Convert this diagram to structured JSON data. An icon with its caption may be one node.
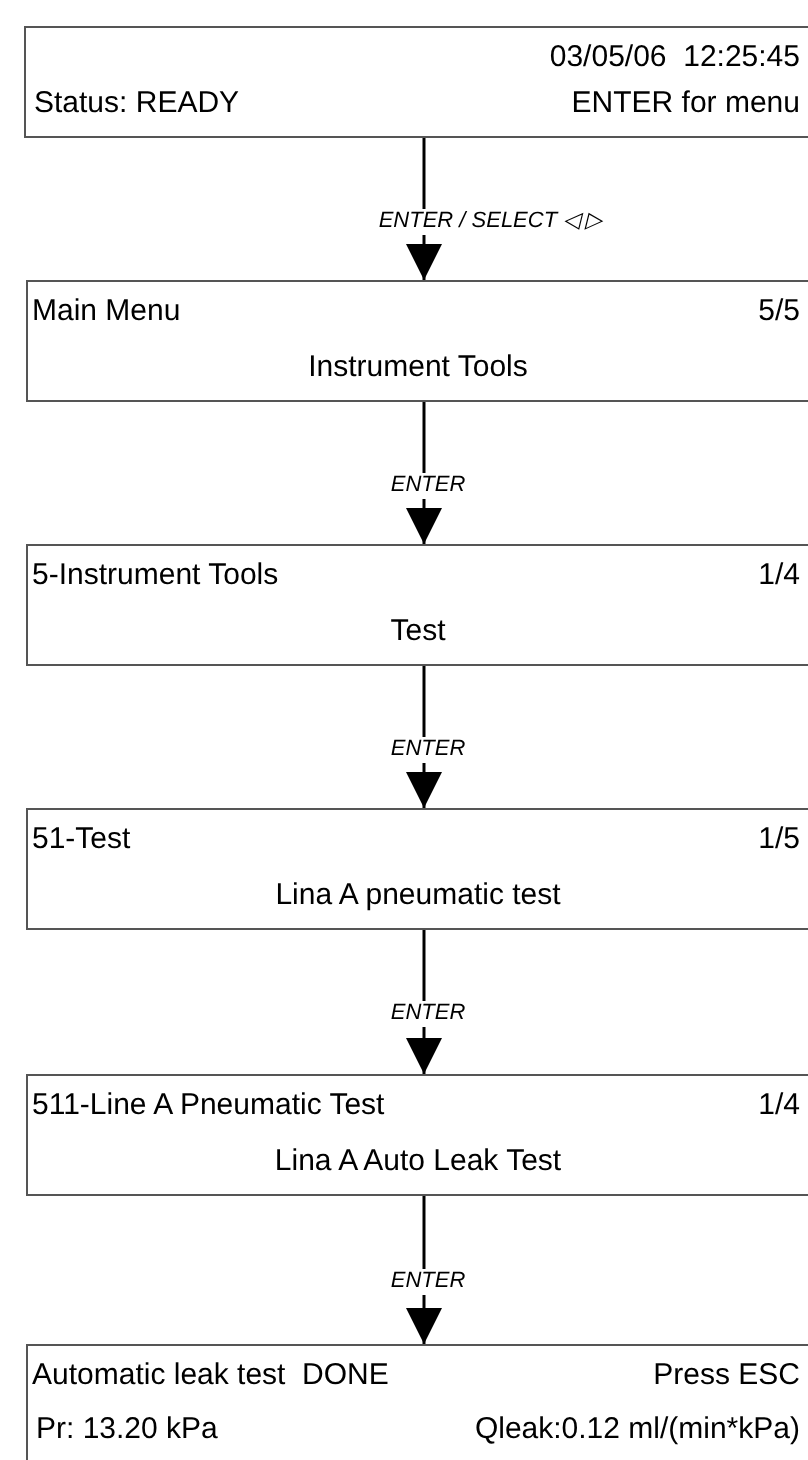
{
  "diagram": {
    "nodes": [
      {
        "text": [
          "03/05/06  12:25:45",
          "Status: READY",
          "ENTER for menu"
        ]
      },
      {
        "text": [
          "Main Menu",
          "5/5",
          "Instrument Tools"
        ]
      },
      {
        "text": [
          "5-Instrument Tools",
          "1/4",
          "Test"
        ]
      },
      {
        "text": [
          "51-Test",
          "1/5",
          "Lina A pneumatic test"
        ]
      },
      {
        "text": [
          "511-Line A Pneumatic Test",
          "1/4",
          "Lina A Auto Leak Test"
        ]
      },
      {
        "text": [
          "Automatic leak test  DONE",
          "Press ESC",
          "Pr: 13.20 kPa",
          "Qleak:0.12 ml/(min*kPa)"
        ]
      }
    ],
    "edges": [
      {
        "from": 0,
        "to": 1,
        "arrow": "to",
        "label": "ENTER / SELECT ◁ ▷"
      },
      {
        "from": 1,
        "to": 2,
        "arrow": "to",
        "label": "ENTER"
      },
      {
        "from": 2,
        "to": 3,
        "arrow": "to",
        "label": "ENTER"
      },
      {
        "from": 3,
        "to": 4,
        "arrow": "to",
        "label": "ENTER"
      },
      {
        "from": 4,
        "to": 5,
        "arrow": "to",
        "label": "ENTER"
      }
    ]
  }
}
